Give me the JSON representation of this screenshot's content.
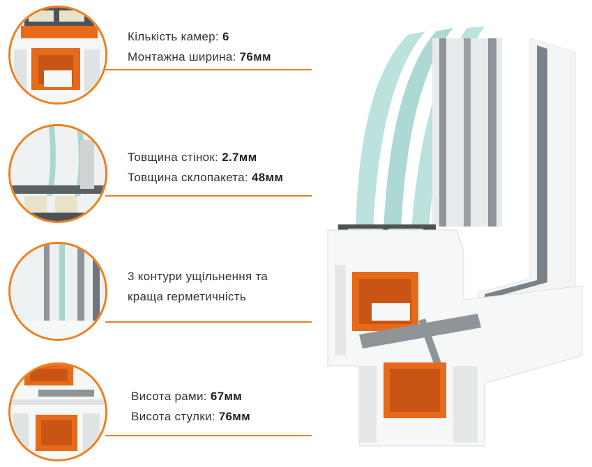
{
  "specs": [
    {
      "lines": [
        {
          "label": "Кількість камер:",
          "value": "6"
        },
        {
          "label": "Монтажна ширина:",
          "value": "76мм"
        }
      ]
    },
    {
      "lines": [
        {
          "label": "Товщина стінок:",
          "value": "2.7мм"
        },
        {
          "label": "Товщина склопакета:",
          "value": "48мм"
        }
      ]
    },
    {
      "lines": [
        {
          "label": "3 контури ущільнення та",
          "value": ""
        },
        {
          "label": "краща герметичність",
          "value": ""
        }
      ]
    },
    {
      "lines": [
        {
          "label": "Висота рами:",
          "value": "67мм"
        },
        {
          "label": "Висота стулки:",
          "value": "76мм"
        }
      ]
    }
  ],
  "colors": {
    "accent": "#f07d19",
    "profile": "#f4f6f6",
    "reinforcement": "#e66a1a",
    "spacer": "#5c6166",
    "glass": "#a8d7d1"
  },
  "icons": [
    "window-profile-illustration",
    "profile-chambers-detail",
    "glass-unit-detail",
    "seal-detail",
    "frame-sash-detail"
  ]
}
